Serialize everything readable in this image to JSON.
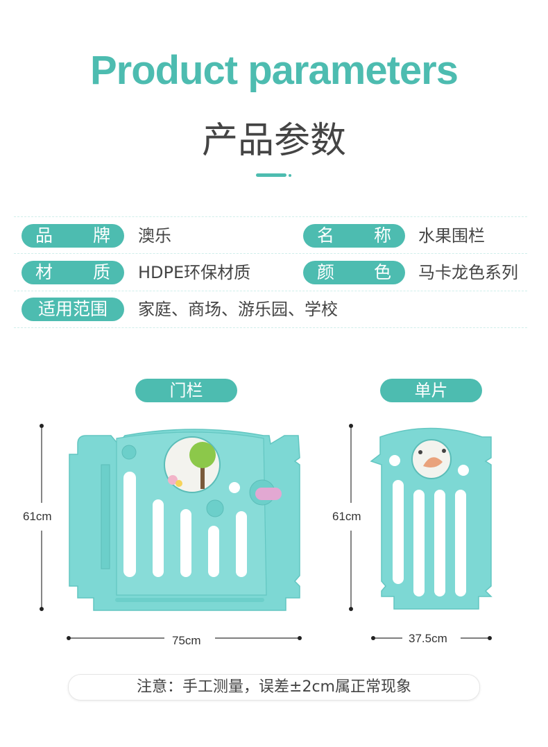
{
  "header": {
    "title_en": "Product parameters",
    "title_cn": "产品参数"
  },
  "params": {
    "brand_label": [
      "品",
      "牌"
    ],
    "brand_value": "澳乐",
    "name_label": [
      "名",
      "称"
    ],
    "name_value": "水果围栏",
    "material_label": [
      "材",
      "质"
    ],
    "material_value": "HDPE环保材质",
    "color_label": [
      "颜",
      "色"
    ],
    "color_value": "马卡龙色系列",
    "scope_label": "适用范围",
    "scope_value": "家庭、商场、游乐园、学校"
  },
  "products": {
    "gate": {
      "label": "门栏",
      "height": "61cm",
      "width": "75cm"
    },
    "single": {
      "label": "单片",
      "height": "61cm",
      "width": "37.5cm"
    }
  },
  "note": "注意：手工测量，误差±2cm属正常现象",
  "colors": {
    "accent": "#4dbcb0",
    "panel": "#7dd8d4",
    "handle": "#e2a8d2"
  }
}
